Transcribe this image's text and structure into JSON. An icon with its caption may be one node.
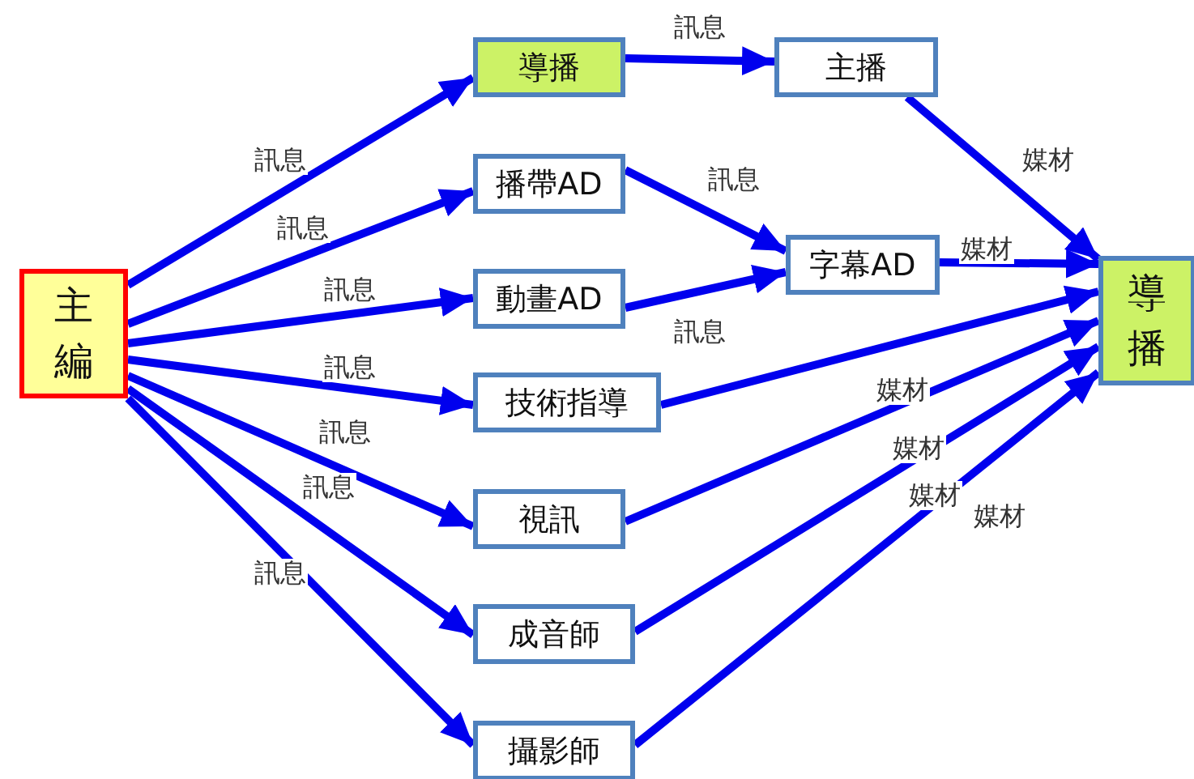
{
  "diagram": {
    "nodes": [
      {
        "text": [
          "主編"
        ]
      },
      {
        "text": [
          "導播"
        ]
      },
      {
        "text": [
          "主播"
        ]
      },
      {
        "text": [
          "播帶AD"
        ]
      },
      {
        "text": [
          "字幕AD"
        ]
      },
      {
        "text": [
          "動畫AD"
        ]
      },
      {
        "text": [
          "技術指導"
        ]
      },
      {
        "text": [
          "視訊"
        ]
      },
      {
        "text": [
          "成音師"
        ]
      },
      {
        "text": [
          "攝影師"
        ]
      },
      {
        "text": [
          "導播"
        ]
      }
    ],
    "edges": [
      {
        "from": 0,
        "to": 1,
        "arrow": "to",
        "label": "訊息"
      },
      {
        "from": 0,
        "to": 3,
        "arrow": "to",
        "label": "訊息"
      },
      {
        "from": 0,
        "to": 5,
        "arrow": "to",
        "label": "訊息"
      },
      {
        "from": 0,
        "to": 6,
        "arrow": "to",
        "label": "訊息"
      },
      {
        "from": 0,
        "to": 7,
        "arrow": "to",
        "label": "訊息"
      },
      {
        "from": 0,
        "to": 8,
        "arrow": "to",
        "label": "訊息"
      },
      {
        "from": 0,
        "to": 9,
        "arrow": "to",
        "label": "訊息"
      },
      {
        "from": 1,
        "to": 2,
        "arrow": "to",
        "label": "訊息"
      },
      {
        "from": 3,
        "to": 4,
        "arrow": "to",
        "label": "訊息"
      },
      {
        "from": 5,
        "to": 4,
        "arrow": "to",
        "label": "訊息"
      },
      {
        "from": 2,
        "to": 10,
        "arrow": "to",
        "label": "媒材"
      },
      {
        "from": 4,
        "to": 10,
        "arrow": "to",
        "label": "媒材"
      },
      {
        "from": 6,
        "to": 10,
        "arrow": "to",
        "label": "媒材"
      },
      {
        "from": 7,
        "to": 10,
        "arrow": "to",
        "label": "媒材"
      },
      {
        "from": 8,
        "to": 10,
        "arrow": "to",
        "label": "媒材"
      },
      {
        "from": 9,
        "to": 10,
        "arrow": "to",
        "label": "媒材"
      }
    ]
  }
}
